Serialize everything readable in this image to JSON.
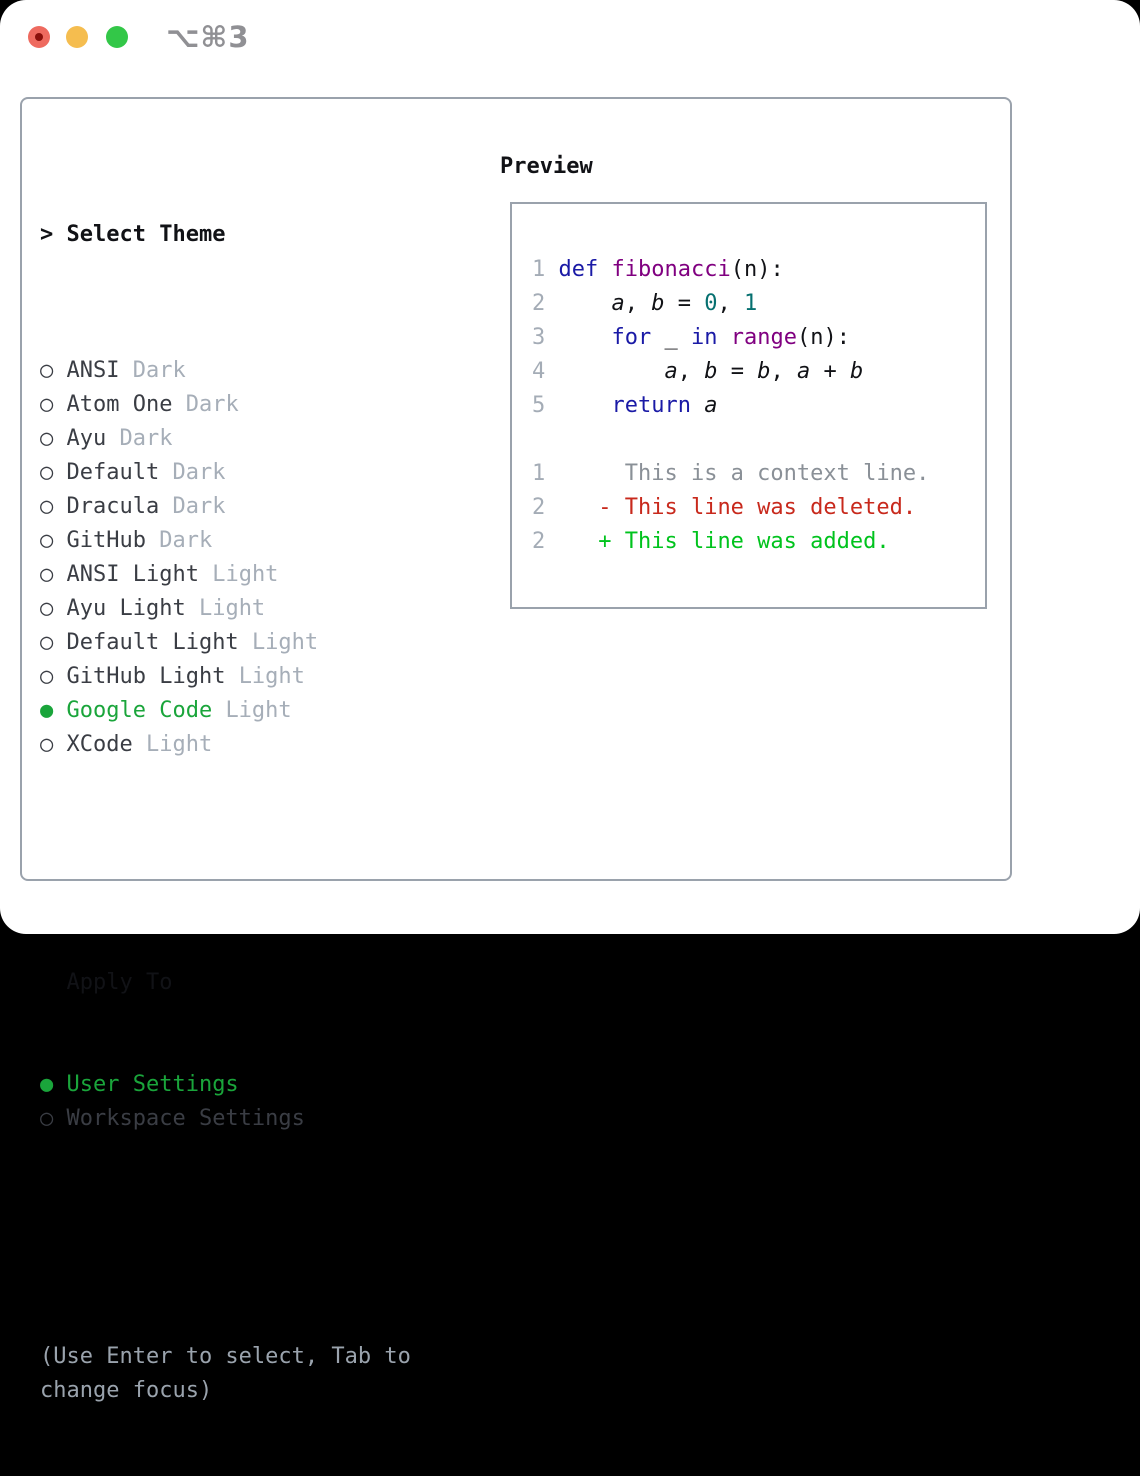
{
  "window": {
    "title": "⌥⌘3"
  },
  "left_panel": {
    "header": {
      "prompt": ">",
      "label": "Select Theme"
    },
    "themes": [
      {
        "bullet": "○",
        "name": "ANSI",
        "variant": "Dark",
        "selected": false
      },
      {
        "bullet": "○",
        "name": "Atom One",
        "variant": "Dark",
        "selected": false
      },
      {
        "bullet": "○",
        "name": "Ayu",
        "variant": "Dark",
        "selected": false
      },
      {
        "bullet": "○",
        "name": "Default",
        "variant": "Dark",
        "selected": false
      },
      {
        "bullet": "○",
        "name": "Dracula",
        "variant": "Dark",
        "selected": false
      },
      {
        "bullet": "○",
        "name": "GitHub",
        "variant": "Dark",
        "selected": false
      },
      {
        "bullet": "○",
        "name": "ANSI Light",
        "variant": "Light",
        "selected": false
      },
      {
        "bullet": "○",
        "name": "Ayu Light",
        "variant": "Light",
        "selected": false
      },
      {
        "bullet": "○",
        "name": "Default Light",
        "variant": "Light",
        "selected": false
      },
      {
        "bullet": "○",
        "name": "GitHub Light",
        "variant": "Light",
        "selected": false
      },
      {
        "bullet": "●",
        "name": "Google Code",
        "variant": "Light",
        "selected": true
      },
      {
        "bullet": "○",
        "name": "XCode",
        "variant": "Light",
        "selected": false
      }
    ],
    "apply_to": {
      "label": "Apply To",
      "options": [
        {
          "bullet": "●",
          "label": "User Settings",
          "selected": true
        },
        {
          "bullet": "○",
          "label": "Workspace Settings",
          "selected": false
        }
      ]
    },
    "hint": "(Use Enter to select, Tab to change focus)"
  },
  "preview": {
    "title": "Preview",
    "lines": [
      {
        "tokens": [
          [
            "1 ",
            "num"
          ],
          [
            "def",
            "kw"
          ],
          [
            " ",
            "plain"
          ],
          [
            "fibonacci",
            "fn"
          ],
          [
            "(n):",
            "plain"
          ]
        ]
      },
      {
        "tokens": [
          [
            "2 ",
            "num"
          ],
          [
            "    ",
            "plain"
          ],
          [
            "a",
            "var"
          ],
          [
            ", ",
            "plain"
          ],
          [
            "b",
            "var"
          ],
          [
            " = ",
            "plain"
          ],
          [
            "0",
            "lit"
          ],
          [
            ", ",
            "plain"
          ],
          [
            "1",
            "lit"
          ]
        ]
      },
      {
        "tokens": [
          [
            "3 ",
            "num"
          ],
          [
            "    ",
            "plain"
          ],
          [
            "for",
            "kw"
          ],
          [
            " _ ",
            "plain"
          ],
          [
            "in",
            "kw"
          ],
          [
            " ",
            "plain"
          ],
          [
            "range",
            "fn"
          ],
          [
            "(n):",
            "plain"
          ]
        ]
      },
      {
        "tokens": [
          [
            "4 ",
            "num"
          ],
          [
            "        ",
            "plain"
          ],
          [
            "a",
            "var"
          ],
          [
            ", ",
            "plain"
          ],
          [
            "b",
            "var"
          ],
          [
            " = ",
            "plain"
          ],
          [
            "b",
            "var"
          ],
          [
            ", ",
            "plain"
          ],
          [
            "a",
            "var"
          ],
          [
            " + ",
            "plain"
          ],
          [
            "b",
            "var"
          ]
        ]
      },
      {
        "tokens": [
          [
            "5 ",
            "num"
          ],
          [
            "    ",
            "plain"
          ],
          [
            "return",
            "kw"
          ],
          [
            " ",
            "plain"
          ],
          [
            "a",
            "var"
          ]
        ]
      },
      {
        "tokens": []
      },
      {
        "tokens": [
          [
            "1",
            "num"
          ],
          [
            "      This is a context line.",
            "ctx"
          ]
        ]
      },
      {
        "tokens": [
          [
            "2",
            "num"
          ],
          [
            "    ",
            "plain"
          ],
          [
            "- This line was deleted.",
            "del"
          ]
        ]
      },
      {
        "tokens": [
          [
            "2",
            "num"
          ],
          [
            "    ",
            "plain"
          ],
          [
            "+ This line was added.",
            "add"
          ]
        ]
      }
    ]
  },
  "colors": {
    "tl_red": "#ee6a5f",
    "tl_red_dot": "#8a100b",
    "tl_yellow": "#f5bd4f",
    "tl_green": "#33c748",
    "title_gray": "#909094",
    "panel_border": "#9aa2ac",
    "text_black": "#111216",
    "text_dark": "#3a3d44",
    "variant_label": "#a6aeb8",
    "accent_green": "#1aa53b",
    "hint": "#9aa3ad",
    "line_number": "#a4acb6",
    "keyword": "#1a1aa6",
    "function_name": "#800080",
    "literal": "#067070",
    "context": "#8a9097",
    "diff_deleted": "#c8291c",
    "diff_added": "#00c31d"
  }
}
